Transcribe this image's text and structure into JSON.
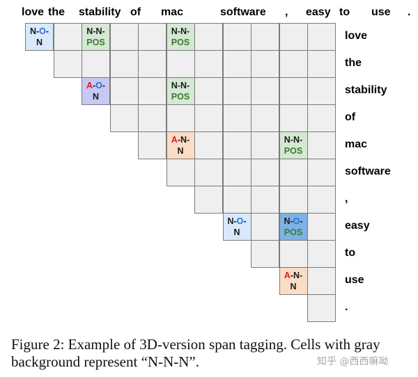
{
  "tokens": [
    "love",
    "the",
    "stability",
    "of",
    "mac",
    "software",
    ",",
    "easy",
    "to",
    "use",
    "."
  ],
  "cells": [
    {
      "row": 0,
      "col": 0,
      "bg": "blue",
      "lines": [
        [
          [
            "N",
            "black"
          ],
          [
            "-",
            "black"
          ],
          [
            "O",
            "blue"
          ],
          [
            "-",
            "black"
          ]
        ],
        [
          [
            "N",
            "black"
          ]
        ]
      ]
    },
    {
      "row": 0,
      "col": 2,
      "bg": "green",
      "lines": [
        [
          [
            "N-N-",
            "black"
          ]
        ],
        [
          [
            "POS",
            "green"
          ]
        ]
      ]
    },
    {
      "row": 0,
      "col": 5,
      "bg": "green",
      "lines": [
        [
          [
            "N-N-",
            "black"
          ]
        ],
        [
          [
            "POS",
            "green"
          ]
        ]
      ]
    },
    {
      "row": 2,
      "col": 2,
      "bg": "purple",
      "lines": [
        [
          [
            "A",
            "red"
          ],
          [
            "-",
            "black"
          ],
          [
            "O",
            "blue"
          ],
          [
            "-",
            "black"
          ]
        ],
        [
          [
            "N",
            "black"
          ]
        ]
      ]
    },
    {
      "row": 2,
      "col": 5,
      "bg": "green",
      "lines": [
        [
          [
            "N-N-",
            "black"
          ]
        ],
        [
          [
            "POS",
            "green"
          ]
        ]
      ]
    },
    {
      "row": 4,
      "col": 5,
      "bg": "orange",
      "lines": [
        [
          [
            "A",
            "red"
          ],
          [
            "-N-",
            "black"
          ]
        ],
        [
          [
            "N",
            "black"
          ]
        ]
      ]
    },
    {
      "row": 4,
      "col": 9,
      "bg": "green",
      "lines": [
        [
          [
            "N-N-",
            "black"
          ]
        ],
        [
          [
            "POS",
            "green"
          ]
        ]
      ]
    },
    {
      "row": 7,
      "col": 7,
      "bg": "blue",
      "lines": [
        [
          [
            "N-",
            "black"
          ],
          [
            "O",
            "blue"
          ],
          [
            "-",
            "black"
          ]
        ],
        [
          [
            "N",
            "black"
          ]
        ]
      ]
    },
    {
      "row": 7,
      "col": 9,
      "bg": "darkblue",
      "lines": [
        [
          [
            "N-",
            "black"
          ],
          [
            "O",
            "blue"
          ],
          [
            "-",
            "black"
          ]
        ],
        [
          [
            "POS",
            "green"
          ]
        ]
      ]
    },
    {
      "row": 9,
      "col": 9,
      "bg": "orange",
      "lines": [
        [
          [
            "A",
            "red"
          ],
          [
            "-N-",
            "black"
          ]
        ],
        [
          [
            "N",
            "black"
          ]
        ]
      ]
    }
  ],
  "caption": "Figure 2: Example of 3D-version span tagging. Cells with gray background represent “N-N-N”.",
  "watermark": "知乎 @西西嘛呦"
}
